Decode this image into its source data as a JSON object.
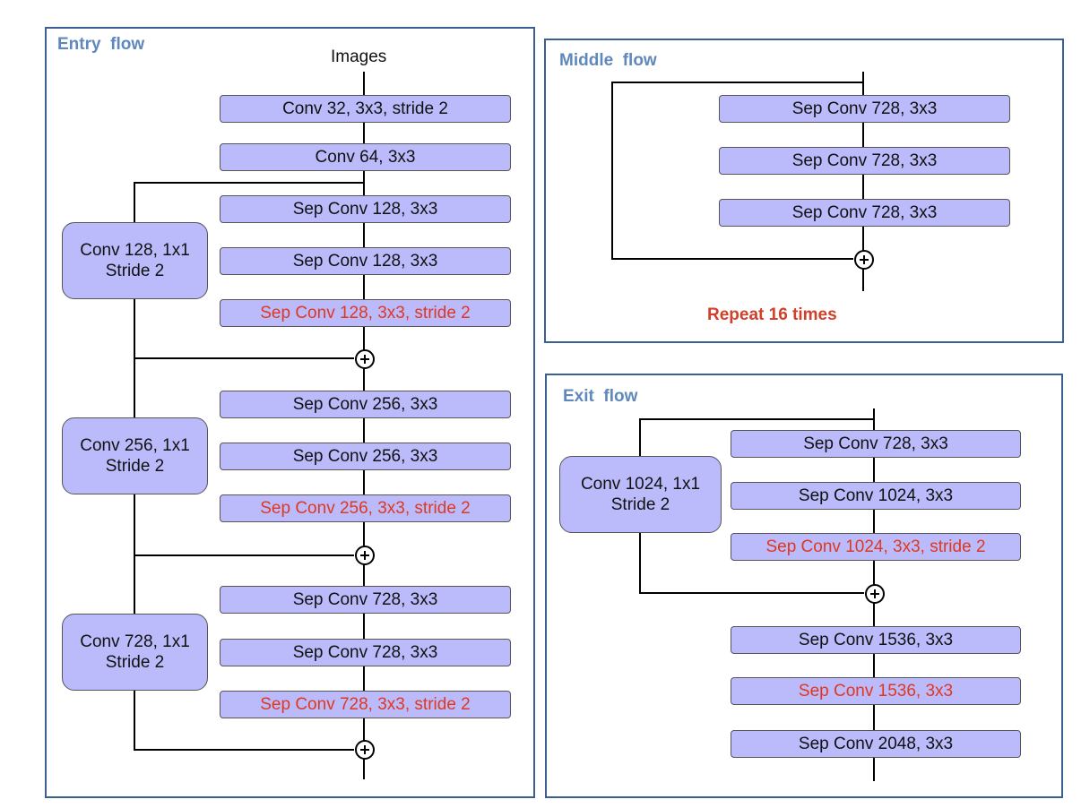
{
  "entry_flow": {
    "title": "Entry  flow",
    "input_label": "Images",
    "blocks": [
      "Conv 32, 3x3, stride 2",
      "Conv 64, 3x3",
      "Sep Conv 128, 3x3",
      "Sep Conv 128, 3x3",
      "Sep Conv 128, 3x3, stride 2",
      "Sep Conv 256, 3x3",
      "Sep Conv 256, 3x3",
      "Sep Conv 256, 3x3, stride 2",
      "Sep Conv 728, 3x3",
      "Sep Conv 728, 3x3",
      "Sep Conv 728, 3x3, stride 2"
    ],
    "skips": [
      {
        "line1": "Conv 128, 1x1",
        "line2": "Stride 2"
      },
      {
        "line1": "Conv 256, 1x1",
        "line2": "Stride 2"
      },
      {
        "line1": "Conv 728, 1x1",
        "line2": "Stride 2"
      }
    ]
  },
  "middle_flow": {
    "title": "Middle  flow",
    "blocks": [
      "Sep Conv 728, 3x3",
      "Sep Conv 728, 3x3",
      "Sep Conv 728, 3x3"
    ],
    "repeat_label": "Repeat 16 times"
  },
  "exit_flow": {
    "title": "Exit  flow",
    "blocks": [
      "Sep Conv 728, 3x3",
      "Sep Conv 1024, 3x3",
      "Sep Conv 1024, 3x3, stride 2",
      "Sep Conv 1536, 3x3",
      "Sep Conv 1536, 3x3",
      "Sep Conv 2048, 3x3"
    ],
    "skip": {
      "line1": "Conv 1024, 1x1",
      "line2": "Stride 2"
    }
  },
  "colors": {
    "block_fill": "#bbbbfb",
    "panel_border": "#3b5f8f",
    "title": "#5f88bc",
    "stride_text": "#e0381f",
    "repeat_text": "#d0402a"
  }
}
